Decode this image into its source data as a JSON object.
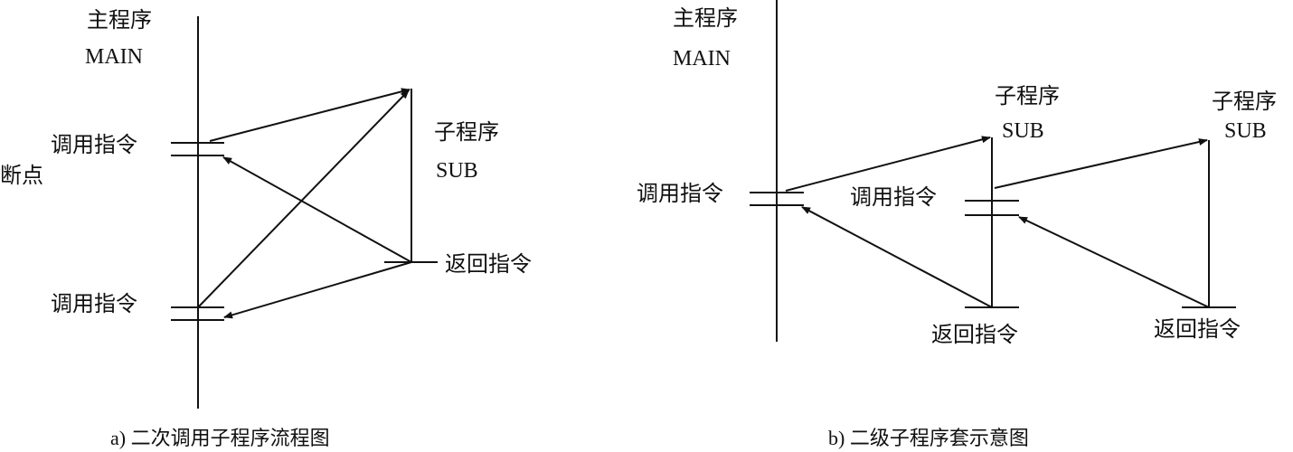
{
  "diagram_a": {
    "main_title": "主程序",
    "main_name": "MAIN",
    "sub_title": "子程序",
    "sub_name": "SUB",
    "call_label_1": "调用指令",
    "call_label_2": "调用指令",
    "breakpoint_label": "断点",
    "return_label": "返回指令",
    "caption": "a) 二次调用子程序流程图"
  },
  "diagram_b": {
    "main_title": "主程序",
    "main_name": "MAIN",
    "sub1_title": "子程序",
    "sub1_name": "SUB",
    "sub2_title": "子程序",
    "sub2_name": "SUB",
    "call_label_main": "调用指令",
    "call_label_sub": "调用指令",
    "return_label_1": "返回指令",
    "return_label_2": "返回指令",
    "caption": "b) 二级子程序套示意图"
  }
}
